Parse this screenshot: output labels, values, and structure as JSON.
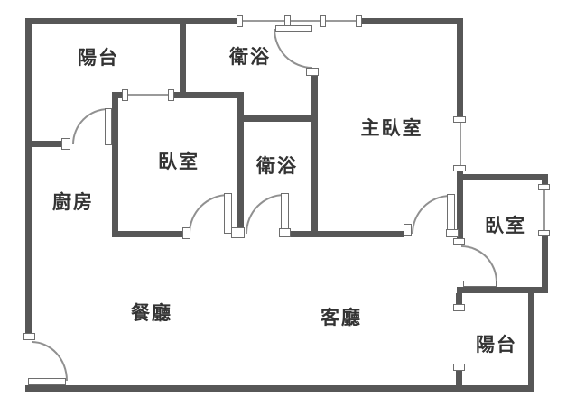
{
  "plan": {
    "type": "apartment-floor-plan",
    "colors": {
      "wall": "#575757",
      "thin_line": "#909090",
      "text": "#333333",
      "background": "#ffffff"
    },
    "rooms": [
      {
        "id": "balcony-top-left",
        "label": "陽台"
      },
      {
        "id": "bathroom-top",
        "label": "衛浴"
      },
      {
        "id": "master-bedroom",
        "label": "主臥室"
      },
      {
        "id": "bedroom-left",
        "label": "臥室"
      },
      {
        "id": "bathroom-middle",
        "label": "衛浴"
      },
      {
        "id": "kitchen",
        "label": "廚房"
      },
      {
        "id": "bedroom-right",
        "label": "臥室"
      },
      {
        "id": "dining-room",
        "label": "餐廳"
      },
      {
        "id": "living-room",
        "label": "客廳"
      },
      {
        "id": "balcony-bottom-right",
        "label": "陽台"
      }
    ]
  }
}
